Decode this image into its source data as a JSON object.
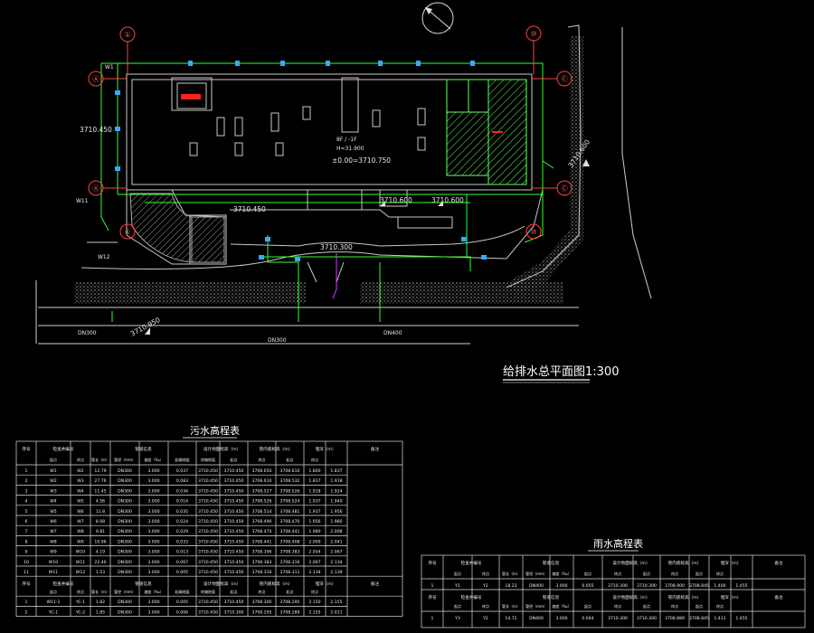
{
  "drawing": {
    "title": "给排水总平面图1:300",
    "elevations": {
      "e_left": "3710.450",
      "e_center_label": "±0.00=3710.750",
      "e_mid_left": "3710.450",
      "e_mid_right1": "3710.600",
      "e_mid_right2": "3710.600",
      "e_road": "3710.300",
      "e_bottom_left": "3710.950",
      "e_right": "3710.600"
    },
    "building_note": [
      "8F / -1F",
      "H=31.900"
    ],
    "axis_labels": [
      "①",
      "⑩",
      "Ⓐ",
      "Ⓒ",
      "Ⓐ",
      "Ⓒ",
      "①",
      "⑩"
    ],
    "sub_labels": {
      "dn": "DN300",
      "dn2": "DN400",
      "w11": "W11",
      "w12": "W12",
      "w1": "W1"
    }
  },
  "sewage_table": {
    "title": "污水高程表",
    "col_group_headers": [
      "序号",
      "检查井编号",
      "管道信息",
      "设计地面标高（m）",
      "管内底标高（m）",
      "埋深（m）",
      "备注"
    ],
    "sub_headers": [
      "起点",
      "终点",
      "管长（m）",
      "管径（mm）",
      "坡度（‰）",
      "起端地面",
      "终端地面",
      "起点",
      "终点",
      "起点",
      "终点"
    ],
    "rows": [
      [
        "1",
        "W1",
        "W2",
        "12.79",
        "DN300",
        "3.000",
        "0.037",
        "3710.450",
        "3710.450",
        "3708.650",
        "3708.610",
        "1.800",
        "1.837"
      ],
      [
        "2",
        "W2",
        "W3",
        "27.76",
        "DN300",
        "3.000",
        "0.083",
        "3710.450",
        "3710.450",
        "3708.610",
        "3708.532",
        "1.837",
        "1.918"
      ],
      [
        "3",
        "W3",
        "W4",
        "11.45",
        "DN300",
        "3.000",
        "0.034",
        "3710.450",
        "3710.450",
        "3708.527",
        "3708.526",
        "1.918",
        "1.924"
      ],
      [
        "4",
        "W4",
        "W5",
        "4.56",
        "DN300",
        "3.000",
        "0.014",
        "3710.450",
        "3710.450",
        "3708.526",
        "3708.524",
        "1.937",
        "1.940"
      ],
      [
        "5",
        "W5",
        "W6",
        "11.8",
        "DN300",
        "3.000",
        "0.035",
        "3710.450",
        "3710.450",
        "3708.514",
        "3708.481",
        "1.937",
        "1.956"
      ],
      [
        "6",
        "W6",
        "W7",
        "8.08",
        "DN300",
        "3.000",
        "0.024",
        "3710.450",
        "3710.450",
        "3708.490",
        "3708.470",
        "1.956",
        "1.980"
      ],
      [
        "7",
        "W7",
        "W8",
        "9.81",
        "DN300",
        "3.000",
        "0.029",
        "3710.450",
        "3710.450",
        "3708.470",
        "3708.441",
        "1.980",
        "2.008"
      ],
      [
        "8",
        "W8",
        "W9",
        "10.96",
        "DN300",
        "3.000",
        "0.033",
        "3710.450",
        "3710.450",
        "3708.441",
        "3708.408",
        "2.009",
        "2.041"
      ],
      [
        "9",
        "W9",
        "W10",
        "4.19",
        "DN300",
        "3.000",
        "0.013",
        "3710.450",
        "3710.450",
        "3708.396",
        "3708.383",
        "2.054",
        "2.067"
      ],
      [
        "10",
        "W10",
        "W11",
        "22.40",
        "DN300",
        "3.000",
        "0.067",
        "3710.450",
        "3710.450",
        "3708.383",
        "3708.316",
        "2.067",
        "2.134"
      ],
      [
        "11",
        "W11",
        "W12",
        "1.53",
        "DN300",
        "3.000",
        "0.005",
        "3710.450",
        "3710.450",
        "3708.316",
        "3708.311",
        "2.134",
        "2.139"
      ]
    ],
    "sub_header_row2": [
      "序号",
      "检查井编号",
      "管道信息",
      "设计地面标高（m）",
      "管内底标高（m）",
      "埋深（m）",
      "备注"
    ],
    "rows2": [
      [
        "1",
        "W11-1",
        "YC-1",
        "1.82",
        "DN300",
        "3.000",
        "0.005",
        "3710.450",
        "3710.450",
        "3708.300",
        "3708.295",
        "2.150",
        "2.155"
      ],
      [
        "2",
        "YC-1",
        "YC-2",
        "1.85",
        "DN300",
        "3.000",
        "0.006",
        "3710.450",
        "3710.300",
        "3708.295",
        "3708.289",
        "2.155",
        "2.011"
      ]
    ]
  },
  "rain_table": {
    "title": "雨水高程表",
    "headers": [
      "序号",
      "检查井编号",
      "管道信息",
      "设计地面标高（m）",
      "管内底标高（m）",
      "埋深（m）",
      "备注"
    ],
    "sub_headers": [
      "起点",
      "终点",
      "管长（m）",
      "管径（mm）",
      "坡度（‰）",
      "起点",
      "终点",
      "起点",
      "终点",
      "起点",
      "终点"
    ],
    "rows": [
      [
        "1",
        "Y1",
        "Y2",
        "18.23",
        "DN400",
        "3.000",
        "0.055",
        "3710.300",
        "3710.300",
        "3708.900",
        "3708.845",
        "1.400",
        "1.455"
      ]
    ],
    "rows2": [
      [
        "1",
        "Y3",
        "Y2",
        "14.72",
        "DN400",
        "3.000",
        "0.044",
        "3710.300",
        "3710.300",
        "3708.889",
        "3708.845",
        "1.411",
        "1.455"
      ]
    ]
  }
}
